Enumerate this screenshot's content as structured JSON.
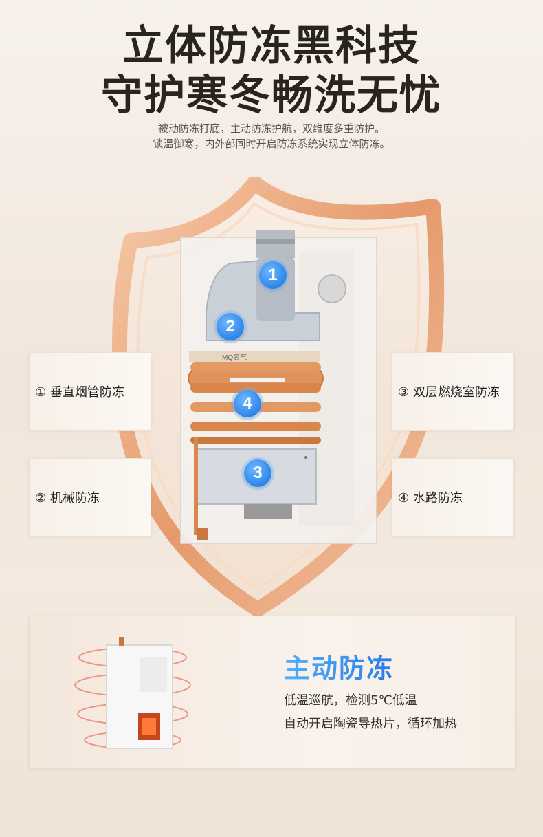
{
  "headline": {
    "line1": "立体防冻黑科技",
    "line2": "守护寒冬畅洗无忧"
  },
  "subtitle": {
    "line1": "被动防冻打底，主动防冻护航，双维度多重防护。",
    "line2": "锁温御寒，内外部同时开启防冻系统实现立体防冻。"
  },
  "badges": [
    "1",
    "2",
    "3",
    "4"
  ],
  "product_logo": "MQ名气",
  "features": [
    {
      "num": "①",
      "label": "垂直烟管防冻"
    },
    {
      "num": "②",
      "label": "机械防冻"
    },
    {
      "num": "③",
      "label": "双层燃烧室防冻"
    },
    {
      "num": "④",
      "label": "水路防冻"
    }
  ],
  "active": {
    "title": "主动防冻",
    "line1": "低温巡航，检测5℃低温",
    "line2": "自动开启陶瓷导热片，循环加热"
  },
  "colors": {
    "accent_blue": "#2d86e8",
    "shield_orange": "#e8a27a",
    "copper": "#d9874f"
  }
}
